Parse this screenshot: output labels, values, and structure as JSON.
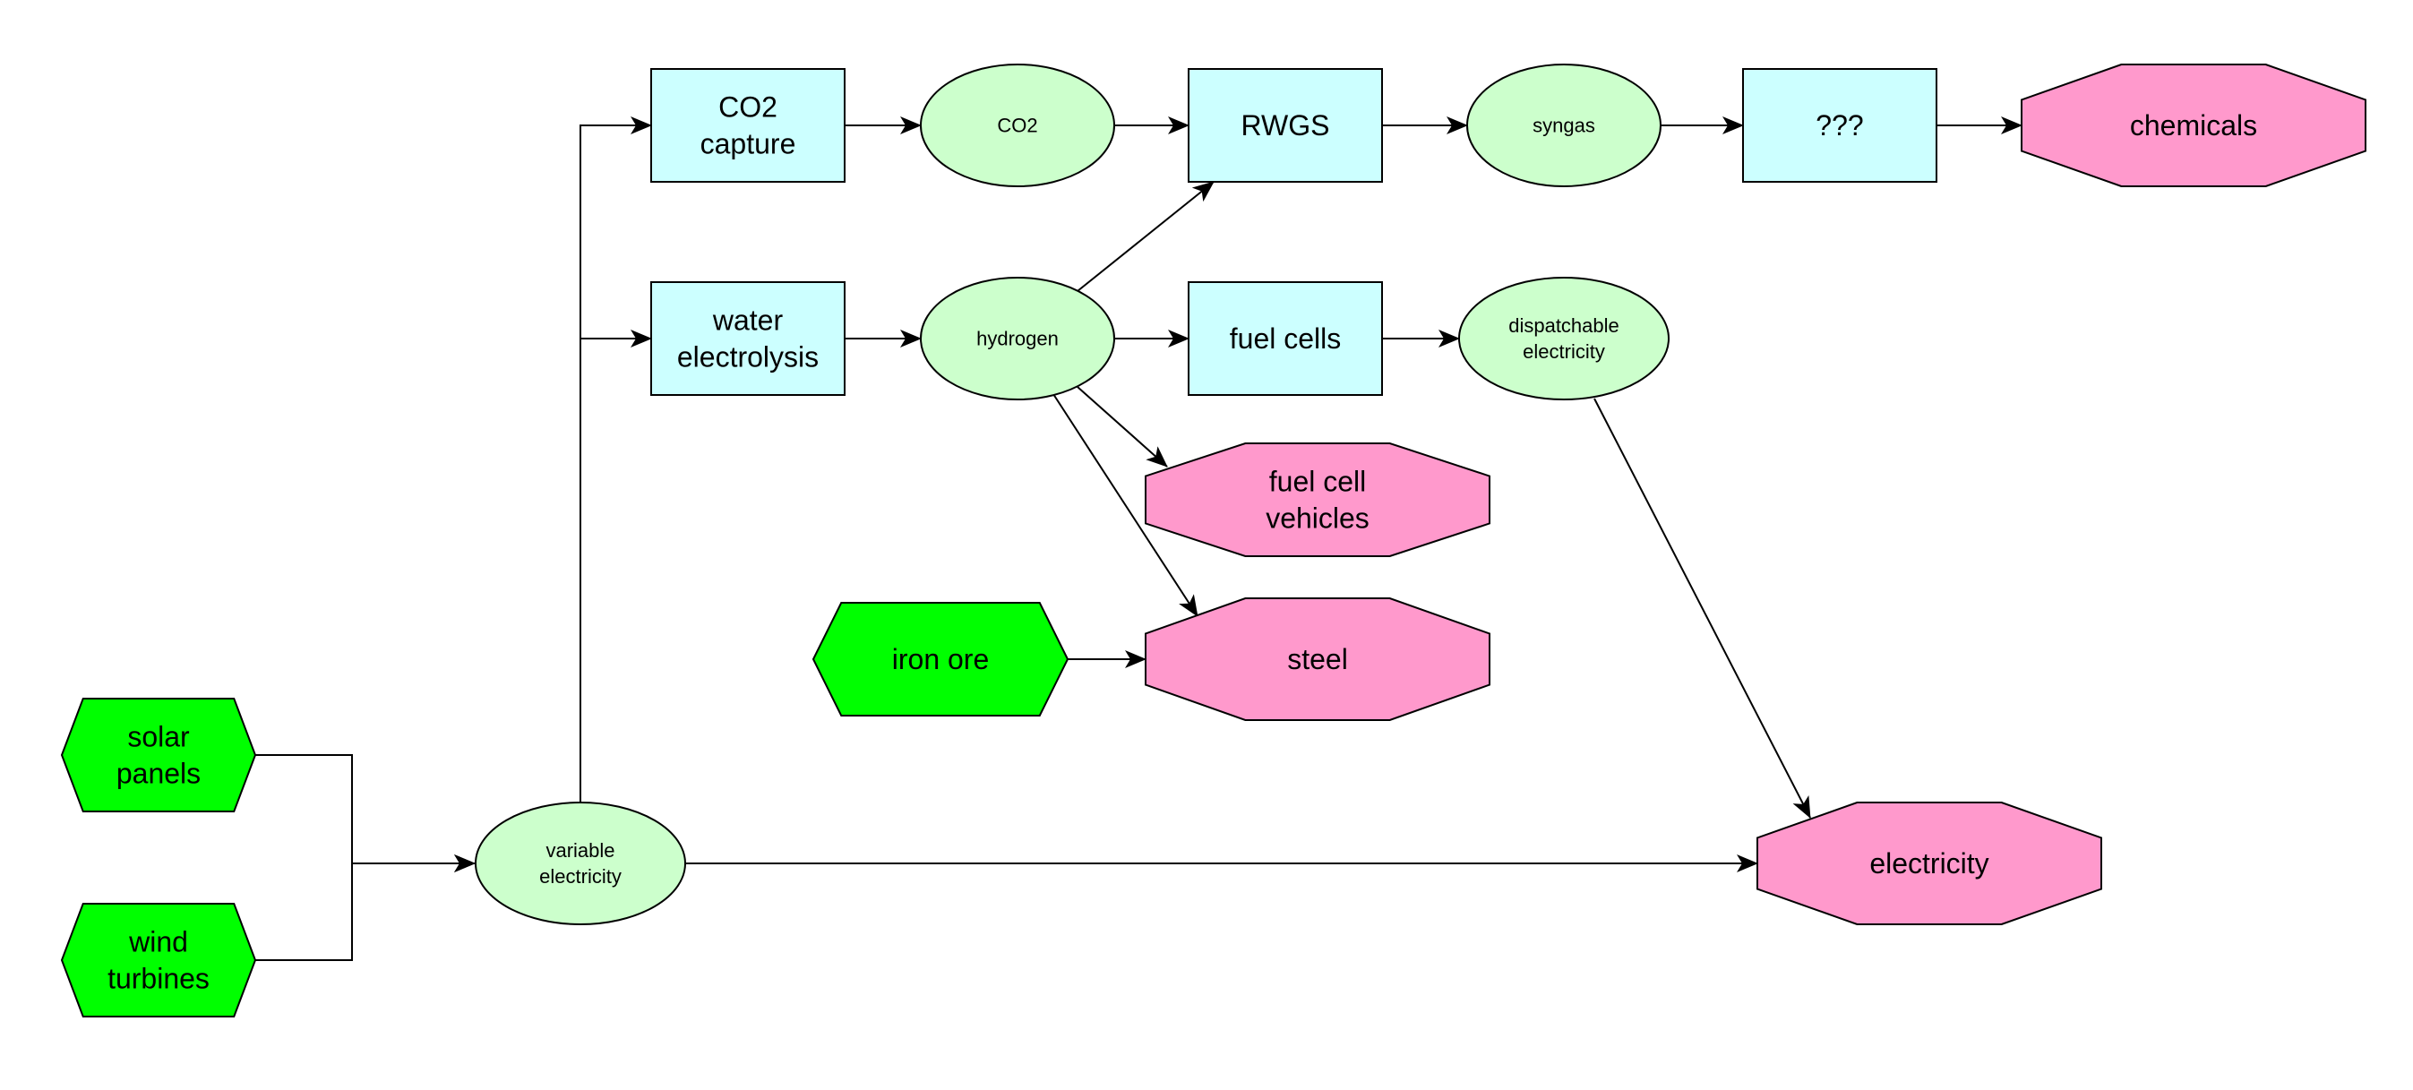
{
  "colors": {
    "process": "#ccffff",
    "intermediate": "#ccffcc",
    "source": "#00ff00",
    "product": "#ff99cc",
    "line": "#000000"
  },
  "nodes": [
    {
      "id": "solar-panels",
      "shape": "hexagon",
      "role": "source",
      "lines": [
        "solar",
        "panels"
      ],
      "size": "lg"
    },
    {
      "id": "wind-turbines",
      "shape": "hexagon",
      "role": "source",
      "lines": [
        "wind",
        "turbines"
      ],
      "size": "lg"
    },
    {
      "id": "iron-ore",
      "shape": "hexagon",
      "role": "source",
      "lines": [
        "iron ore"
      ],
      "size": "lg"
    },
    {
      "id": "variable-electricity",
      "shape": "ellipse",
      "role": "intermediate",
      "lines": [
        "variable",
        "electricity"
      ],
      "size": "sm"
    },
    {
      "id": "co2-capture",
      "shape": "rect",
      "role": "process",
      "lines": [
        "CO2",
        "capture"
      ],
      "size": "lg"
    },
    {
      "id": "water-electrolysis",
      "shape": "rect",
      "role": "process",
      "lines": [
        "water",
        "electrolysis"
      ],
      "size": "lg"
    },
    {
      "id": "co2",
      "shape": "ellipse",
      "role": "intermediate",
      "lines": [
        "CO2"
      ],
      "size": "sm"
    },
    {
      "id": "hydrogen",
      "shape": "ellipse",
      "role": "intermediate",
      "lines": [
        "hydrogen"
      ],
      "size": "sm"
    },
    {
      "id": "rwgs",
      "shape": "rect",
      "role": "process",
      "lines": [
        "RWGS"
      ],
      "size": "lg"
    },
    {
      "id": "fuel-cells",
      "shape": "rect",
      "role": "process",
      "lines": [
        "fuel cells"
      ],
      "size": "lg"
    },
    {
      "id": "syngas",
      "shape": "ellipse",
      "role": "intermediate",
      "lines": [
        "syngas"
      ],
      "size": "sm"
    },
    {
      "id": "dispatchable-electricity",
      "shape": "ellipse",
      "role": "intermediate",
      "lines": [
        "dispatchable",
        "electricity"
      ],
      "size": "sm"
    },
    {
      "id": "unknown-process",
      "shape": "rect",
      "role": "process",
      "lines": [
        "???"
      ],
      "size": "lg"
    },
    {
      "id": "chemicals",
      "shape": "octagon",
      "role": "product",
      "lines": [
        "chemicals"
      ],
      "size": "lg"
    },
    {
      "id": "fuel-cell-vehicles",
      "shape": "octagon",
      "role": "product",
      "lines": [
        "fuel cell",
        "vehicles"
      ],
      "size": "lg"
    },
    {
      "id": "steel",
      "shape": "octagon",
      "role": "product",
      "lines": [
        "steel"
      ],
      "size": "lg"
    },
    {
      "id": "electricity",
      "shape": "octagon",
      "role": "product",
      "lines": [
        "electricity"
      ],
      "size": "lg"
    }
  ],
  "edges": [
    {
      "from": "solar-panels",
      "to": "variable-electricity"
    },
    {
      "from": "wind-turbines",
      "to": "variable-electricity"
    },
    {
      "from": "variable-electricity",
      "to": "co2-capture"
    },
    {
      "from": "variable-electricity",
      "to": "water-electrolysis"
    },
    {
      "from": "variable-electricity",
      "to": "electricity"
    },
    {
      "from": "co2-capture",
      "to": "co2"
    },
    {
      "from": "co2",
      "to": "rwgs"
    },
    {
      "from": "rwgs",
      "to": "syngas"
    },
    {
      "from": "syngas",
      "to": "unknown-process"
    },
    {
      "from": "unknown-process",
      "to": "chemicals"
    },
    {
      "from": "water-electrolysis",
      "to": "hydrogen"
    },
    {
      "from": "hydrogen",
      "to": "rwgs"
    },
    {
      "from": "hydrogen",
      "to": "fuel-cells"
    },
    {
      "from": "hydrogen",
      "to": "fuel-cell-vehicles"
    },
    {
      "from": "hydrogen",
      "to": "steel"
    },
    {
      "from": "fuel-cells",
      "to": "dispatchable-electricity"
    },
    {
      "from": "dispatchable-electricity",
      "to": "electricity"
    },
    {
      "from": "iron-ore",
      "to": "steel"
    }
  ]
}
